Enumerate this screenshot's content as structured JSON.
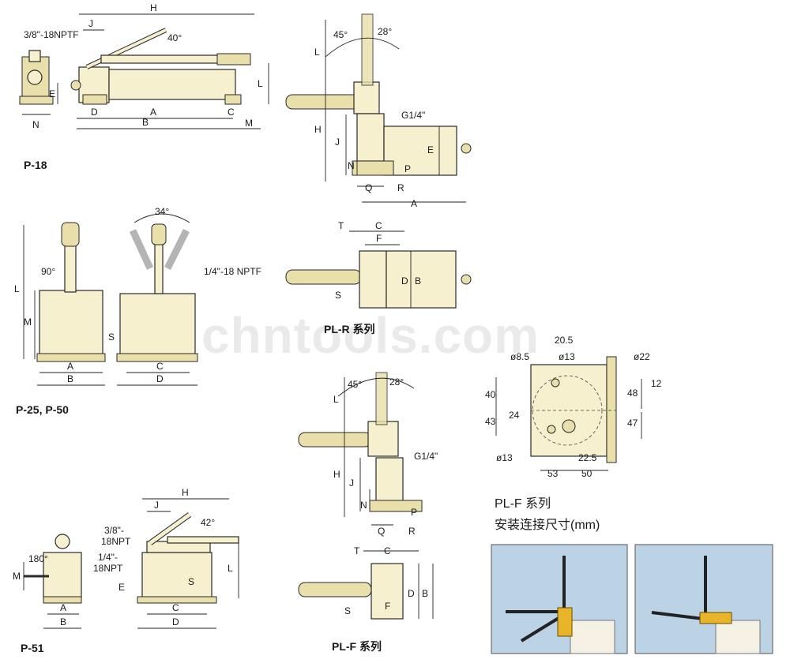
{
  "watermark": "chntools.com",
  "p18": {
    "model": "P-18",
    "port": "3/8\"-18NPTF",
    "angle": "40°",
    "dims": {
      "H": "H",
      "J": "J",
      "E": "E",
      "N": "N",
      "D": "D",
      "A": "A",
      "B": "B",
      "C": "C",
      "M": "M",
      "L": "L"
    }
  },
  "p25": {
    "model": "P-25, P-50",
    "port": "1/4\"-18 NPTF",
    "angle_swing": "34°",
    "angle_90": "90°",
    "dims": {
      "L": "L",
      "M": "M",
      "S": "S",
      "A": "A",
      "B": "B",
      "C": "C",
      "D": "D"
    }
  },
  "p51": {
    "model": "P-51",
    "port1": "3/8\"-",
    "port1b": "18NPT",
    "port2": "1/4\"-",
    "port2b": "18NPT",
    "angle_180": "180°",
    "angle": "42°",
    "dims": {
      "M": "M",
      "A": "A",
      "B": "B",
      "H": "H",
      "J": "J",
      "L": "L",
      "E": "E",
      "S": "S",
      "C": "C",
      "D": "D"
    }
  },
  "plr": {
    "series": "PL-R 系列",
    "port": "G1/4\"",
    "angle1": "45°",
    "angle2": "28°",
    "dims": {
      "L": "L",
      "H": "H",
      "J": "J",
      "N": "N",
      "E": "E",
      "P": "P",
      "Q": "Q",
      "R": "R",
      "A": "A",
      "T": "T",
      "C": "C",
      "F": "F",
      "D": "D",
      "B": "B",
      "S": "S"
    }
  },
  "plf": {
    "series": "PL-F 系列",
    "port": "G1/4\"",
    "angle1": "45°",
    "angle2": "28°",
    "dims": {
      "L": "L",
      "H": "H",
      "J": "J",
      "N": "N",
      "P": "P",
      "Q": "Q",
      "R": "R",
      "T": "T",
      "C": "C",
      "D": "D",
      "B": "B",
      "S": "S",
      "F": "F"
    }
  },
  "mount": {
    "title1": "PL-F 系列",
    "title2": "安装连接尺寸(mm)",
    "d85": "ø8.5",
    "d13a": "ø13",
    "d13b": "ø13",
    "d22": "ø22",
    "v205": "20.5",
    "v40": "40",
    "v43": "43",
    "v24": "24",
    "v48": "48",
    "v12": "12",
    "v47": "47",
    "v225": "22.5",
    "v53": "53",
    "v50": "50"
  },
  "colors": {
    "body": "#f6f0cf",
    "photo_bg": "#bcd3e6",
    "yellow": "#e8b52a"
  }
}
